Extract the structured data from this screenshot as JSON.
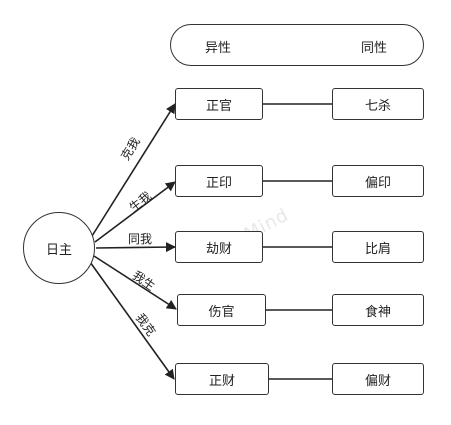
{
  "header": {
    "left_label": "异性",
    "right_label": "同性"
  },
  "center": {
    "label": "日主"
  },
  "rows": [
    {
      "relation": "克我",
      "left": "正官",
      "right": "七杀"
    },
    {
      "relation": "生我",
      "left": "正印",
      "right": "偏印"
    },
    {
      "relation": "同我",
      "left": "劫财",
      "right": "比肩"
    },
    {
      "relation": "我生",
      "left": "伤官",
      "right": "食神"
    },
    {
      "relation": "我克",
      "left": "正财",
      "right": "偏财"
    }
  ],
  "watermark": "WPS Mind"
}
